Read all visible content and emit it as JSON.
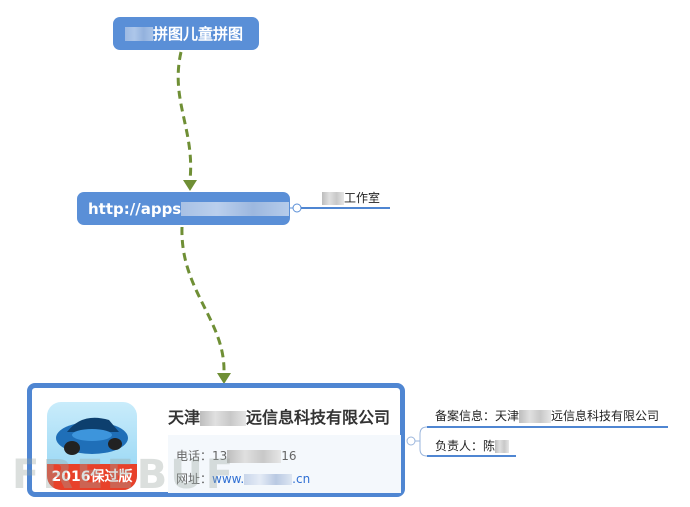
{
  "root_node": {
    "label": "拼图儿童拼图"
  },
  "url_node": {
    "label": "http://apps",
    "side_label": "工作室"
  },
  "app_card": {
    "title_prefix": "天津",
    "title_suffix": "远信息科技有限公司",
    "phone_label": "电话：",
    "phone_prefix": "13",
    "phone_suffix": "16",
    "site_label": "网址：",
    "site_prefix": "www.",
    "site_suffix": ".cn",
    "icon_badge": "2016保过版"
  },
  "details": {
    "record_info": "备案信息：天津",
    "record_info_suffix": "远信息科技有限公司",
    "owner": "负责人：陈"
  },
  "watermark": "FREEBUF",
  "colors": {
    "node": "#5a8fd7",
    "connector": "#6f8f35",
    "border": "#4f86d2"
  }
}
